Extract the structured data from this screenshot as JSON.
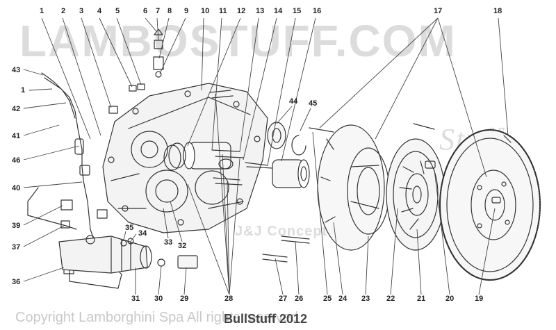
{
  "watermark": {
    "site": "LAMBOSTUFF.COM",
    "concept": "J&J Concept",
    "script": "Stuff"
  },
  "copyright": "Copyright Lamborghini Spa All rights reserved",
  "overlay_text": "BullStuff 2012",
  "callouts": [
    "1",
    "2",
    "3",
    "4",
    "5",
    "6",
    "7",
    "8",
    "9",
    "10",
    "11",
    "12",
    "13",
    "14",
    "15",
    "16",
    "17",
    "18",
    "19",
    "20",
    "21",
    "22",
    "23",
    "24",
    "25",
    "26",
    "27",
    "28",
    "29",
    "30",
    "31",
    "32",
    "33",
    "34",
    "35",
    "36",
    "37",
    "39",
    "40",
    "41",
    "42",
    "43",
    "44",
    "45",
    "46"
  ],
  "colors": {
    "line": "#333333",
    "watermark": "#dcdcdc",
    "label": "#222222"
  }
}
